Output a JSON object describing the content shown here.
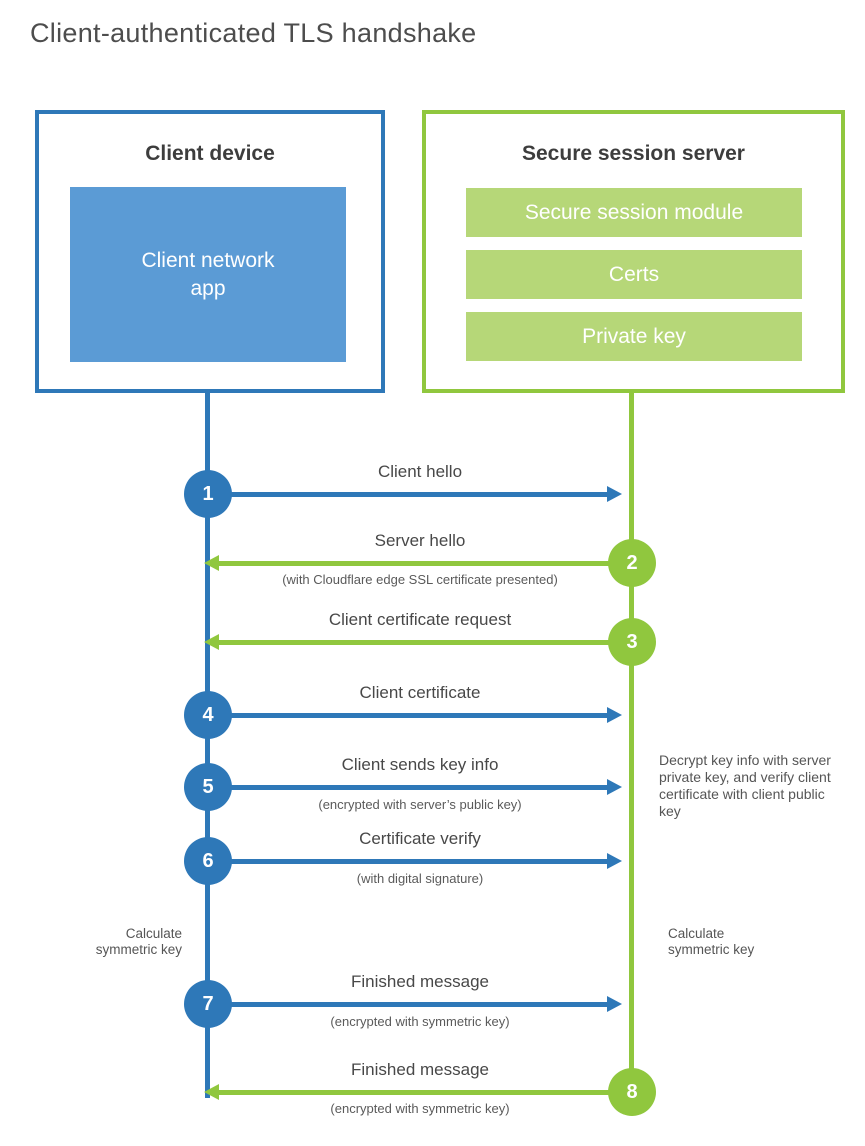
{
  "title": "Client-authenticated TLS handshake",
  "colors": {
    "blue": "#2e78b8",
    "blue_fill": "#5b9bd5",
    "green": "#90c73e",
    "green_fill": "#b6d778"
  },
  "client": {
    "heading": "Client device",
    "app": "Client network app"
  },
  "server": {
    "heading": "Secure session server",
    "modules": [
      "Secure session module",
      "Certs",
      "Private key"
    ]
  },
  "steps": [
    {
      "num": "1",
      "label": "Client hello",
      "sub": "",
      "direction": "client-to-server"
    },
    {
      "num": "2",
      "label": "Server hello",
      "sub": "(with Cloudflare edge SSL certificate presented)",
      "direction": "server-to-client"
    },
    {
      "num": "3",
      "label": "Client certificate request",
      "sub": "",
      "direction": "server-to-client"
    },
    {
      "num": "4",
      "label": "Client certificate",
      "sub": "",
      "direction": "client-to-server"
    },
    {
      "num": "5",
      "label": "Client sends key info",
      "sub": "(encrypted with server’s public key)",
      "direction": "client-to-server"
    },
    {
      "num": "6",
      "label": "Certificate verify",
      "sub": "(with digital signature)",
      "direction": "client-to-server"
    },
    {
      "num": "7",
      "label": "Finished message",
      "sub": "(encrypted with symmetric key)",
      "direction": "client-to-server"
    },
    {
      "num": "8",
      "label": "Finished message",
      "sub": "(encrypted with symmetric key)",
      "direction": "server-to-client"
    }
  ],
  "notes": {
    "server_side": "Decrypt key info with server private key, and verify client certificate with client public key",
    "client_calc": "Calculate symmetric key",
    "server_calc": "Calculate symmetric key"
  }
}
